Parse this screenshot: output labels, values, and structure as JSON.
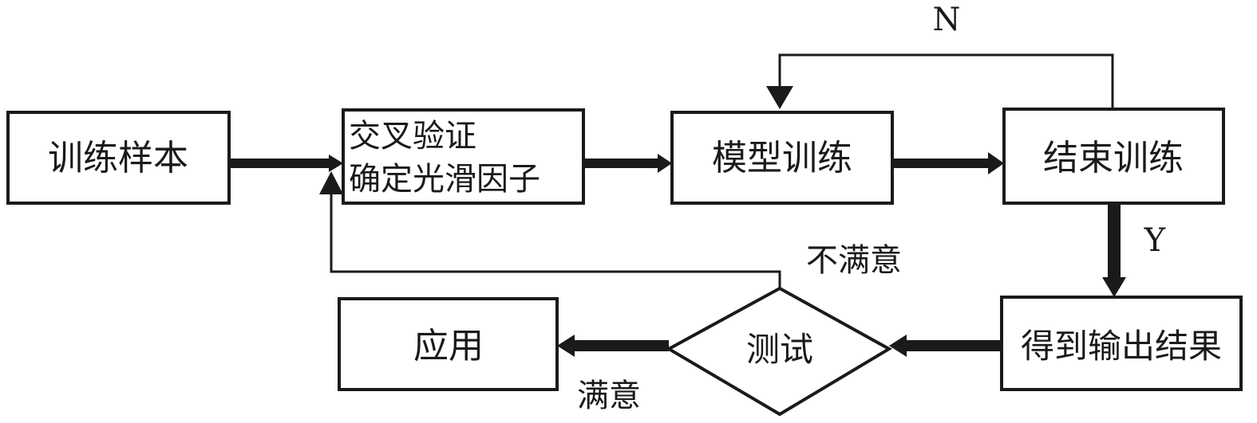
{
  "nodes": {
    "train_samples": "训练样本",
    "cross_validation_line1": "交叉验证",
    "cross_validation_line2": "确定光滑因子",
    "model_training": "模型训练",
    "end_training": "结束训练",
    "get_output": "得到输出结果",
    "test": "测试",
    "apply": "应用"
  },
  "labels": {
    "no": "N",
    "yes": "Y",
    "unsatisfied": "不满意",
    "satisfied": "满意"
  },
  "colors": {
    "stroke": "#1a1a1a",
    "background": "#ffffff"
  }
}
